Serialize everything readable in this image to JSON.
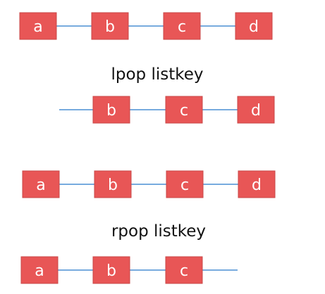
{
  "colors": {
    "node_fill": "#e85656",
    "node_stroke": "#c94848",
    "link": "#4a8fd4",
    "text": "#111111",
    "node_text": "#ffffff"
  },
  "commands": {
    "lpop": "lpop listkey",
    "rpop": "rpop listkey"
  },
  "lists": {
    "before_lpop": [
      "a",
      "b",
      "c",
      "d"
    ],
    "after_lpop": [
      "b",
      "c",
      "d"
    ],
    "before_rpop": [
      "a",
      "b",
      "c",
      "d"
    ],
    "after_rpop": [
      "a",
      "b",
      "c"
    ]
  }
}
